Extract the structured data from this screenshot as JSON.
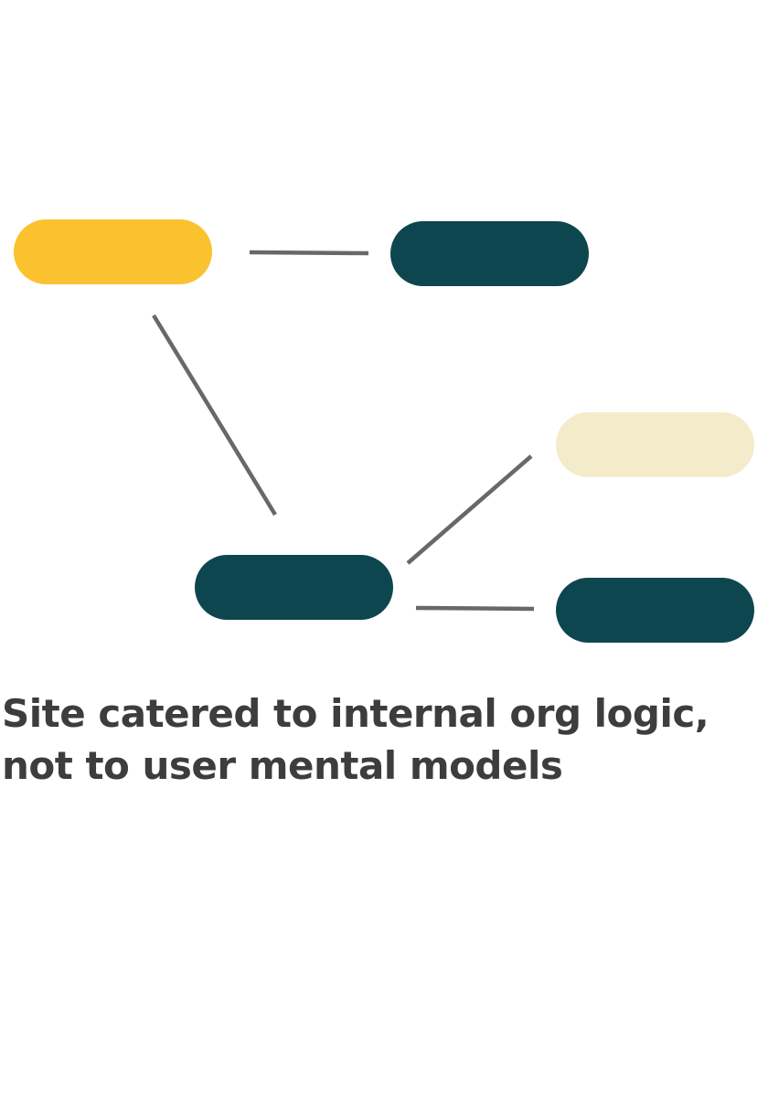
{
  "caption": {
    "line1": "Site catered to internal org logic,",
    "line2": "not to user mental models"
  },
  "colors": {
    "yellow": "#FAC22E",
    "teal": "#0E4650",
    "cream": "#F4EBCB",
    "connector": "#686868",
    "text": "#3D3D3D"
  },
  "nodes": [
    {
      "id": "root",
      "color": "yellow"
    },
    {
      "id": "top-right",
      "color": "teal"
    },
    {
      "id": "middle",
      "color": "teal"
    },
    {
      "id": "right-upper",
      "color": "cream"
    },
    {
      "id": "right-lower",
      "color": "teal"
    }
  ]
}
